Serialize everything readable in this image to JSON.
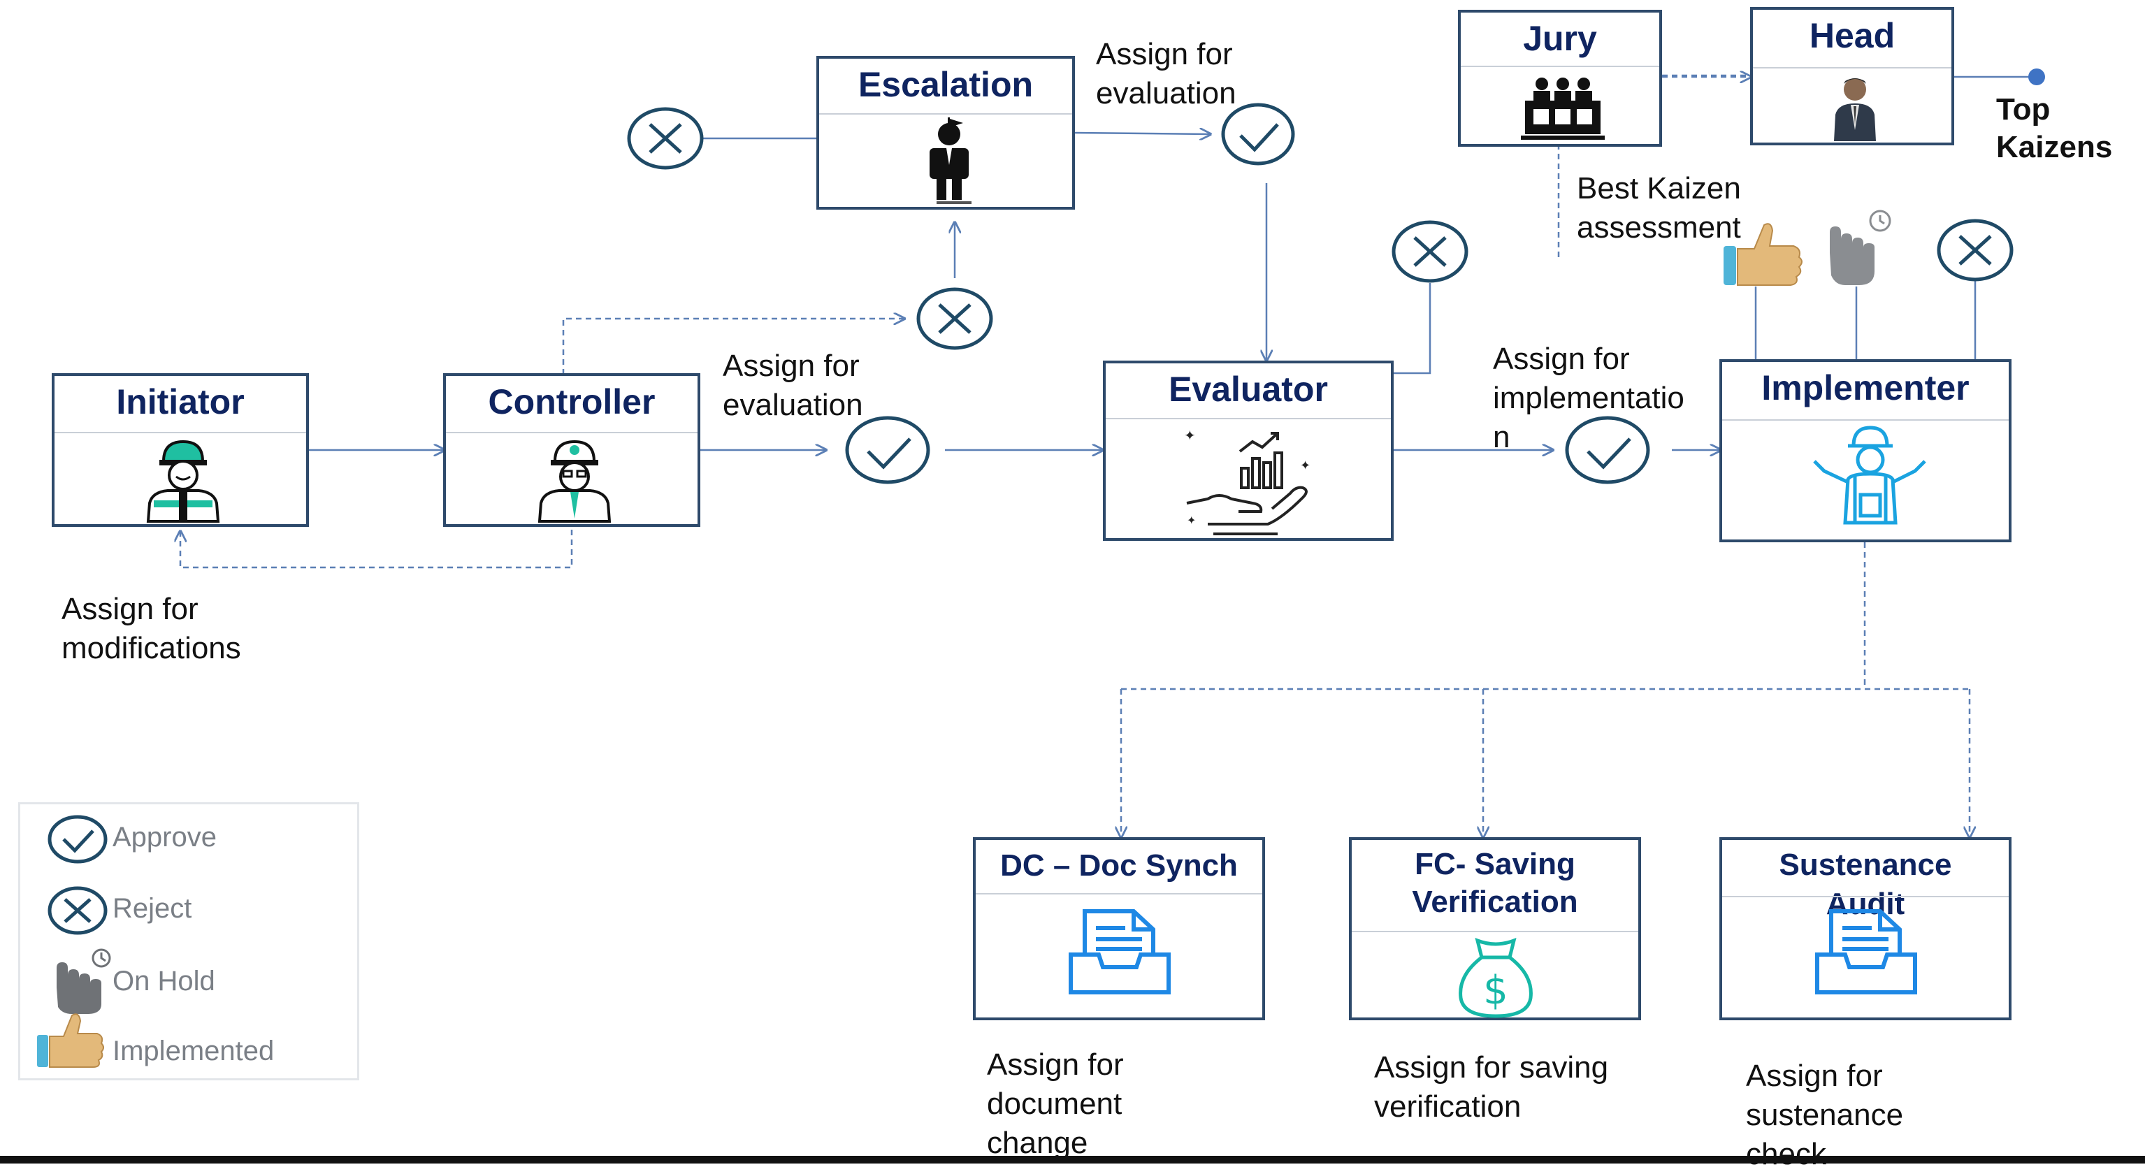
{
  "nodes": {
    "escalation": "Escalation",
    "jury": "Jury",
    "head": "Head",
    "initiator": "Initiator",
    "controller": "Controller",
    "evaluator": "Evaluator",
    "implementer": "Implementer",
    "dc": "DC – Doc Synch",
    "fc_line1": "FC- Saving",
    "fc_line2": "Verification",
    "sustenance_line1": "Sustenance",
    "sustenance_line2": "Audit"
  },
  "labels": {
    "escalation_assign": "Assign for\nevaluation",
    "controller_assign": "Assign for\nevaluation",
    "evaluator_assign": "Assign for\nimplementatio\nn",
    "modifications": "Assign for\nmodifications",
    "best_kaizen": "Best Kaizen\nassessment",
    "top_kaizens": "Top\nKaizens",
    "dc_assign": "Assign for\ndocument\nchange",
    "fc_assign": "Assign for saving\nverification",
    "sustenance_assign": "Assign for\nsustenance\ncheck"
  },
  "legend": {
    "approve": "Approve",
    "reject": "Reject",
    "on_hold": "On Hold",
    "implemented": "Implemented"
  },
  "colors": {
    "box_border": "#2e4a6b",
    "title": "#0f2460",
    "connector": "#5b7fb5",
    "decision_icon": "#1f4a66",
    "dc_icon": "#1e88e5",
    "fc_icon": "#16b8a7",
    "implementer_icon": "#1aa3e0"
  },
  "icons": {
    "approve": "check-circle-icon",
    "reject": "x-circle-icon",
    "on_hold": "hand-clock-icon",
    "implemented": "thumbs-up-icon"
  }
}
